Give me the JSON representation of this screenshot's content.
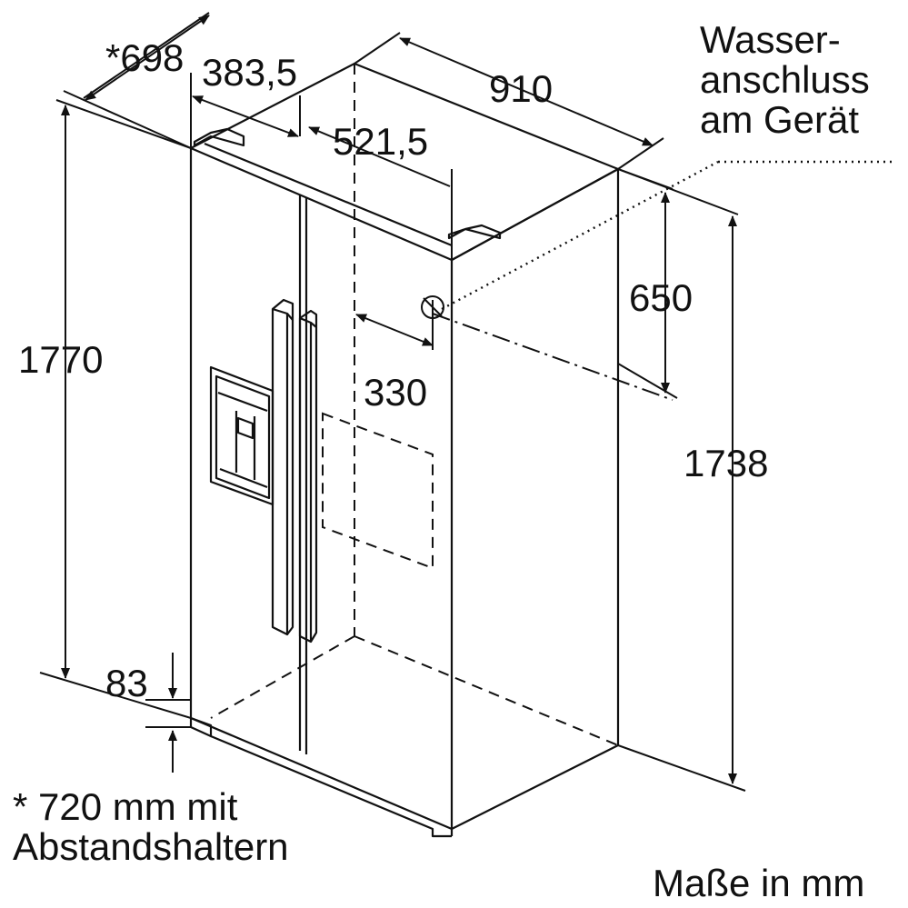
{
  "dimensions": {
    "depth_star": "*698",
    "door_offset": "383,5",
    "width": "910",
    "half_width": "521,5",
    "height_total": "1770",
    "height_body": "1738",
    "water_height": "650",
    "water_offset": "330",
    "foot_height": "83"
  },
  "water_note": {
    "line1": "Wasser-",
    "line2": "anschluss",
    "line3": "am Gerät"
  },
  "footnote": {
    "line1": "* 720 mm mit",
    "line2": "Abstandshaltern"
  },
  "units": "Maße in mm",
  "colors": {
    "stroke": "#111111",
    "background": "#ffffff"
  }
}
